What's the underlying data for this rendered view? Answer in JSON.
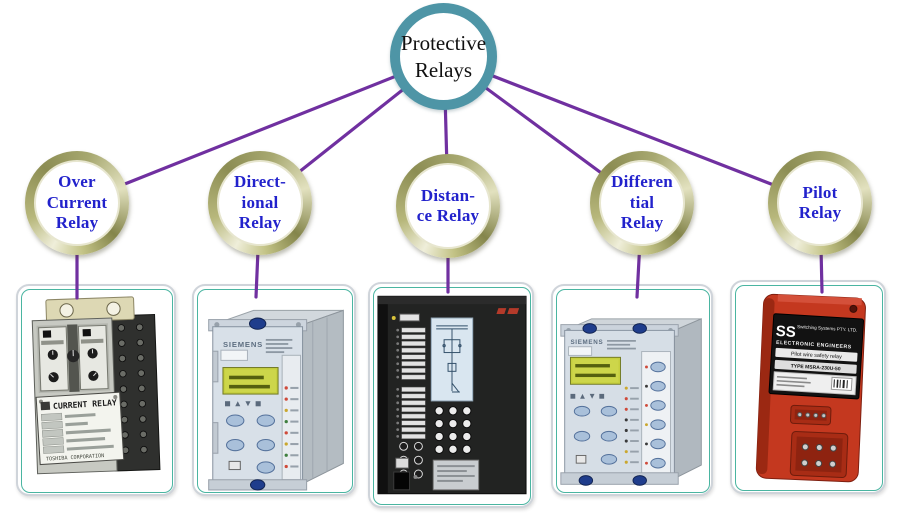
{
  "title": "Protective relays classification diagram",
  "colors": {
    "connector_purple": "#7030a0",
    "root_ring_teal": "#4e95a6",
    "node_ring_olive": "#a2a35f",
    "node_text_blue": "#2222cc",
    "card_frame_teal": "#4ab5a1"
  },
  "root_node": {
    "label": "Protective\nRelays"
  },
  "nodes": [
    {
      "id": "over-current-relay",
      "label": "Over\nCurrent\nRelay"
    },
    {
      "id": "directional-relay",
      "label": "Direct-\nional\nRelay"
    },
    {
      "id": "distance-relay",
      "label": "Distan-\nce Relay"
    },
    {
      "id": "differential-relay",
      "label": "Differen\ntial\nRelay"
    },
    {
      "id": "pilot-relay",
      "label": "Pilot\nRelay"
    }
  ],
  "images": [
    {
      "name": "over-current-relay-photo",
      "title": "CURRENT RELAY",
      "footer": "TOSHIBA CORPORATION"
    },
    {
      "name": "directional-relay-photo",
      "brand": "SIEMENS"
    },
    {
      "name": "distance-relay-photo"
    },
    {
      "name": "differential-relay-photo",
      "brand": "SIEMENS"
    },
    {
      "name": "pilot-relay-photo",
      "brand_short": "SS",
      "brand_line1": "Switching Systems PTY. LTD.",
      "brand_line2": "ELECTRONIC ENGINEERS",
      "label_band1": "Pilot wire safety relay",
      "label_band2": "TYPE MSRA-230U-50"
    }
  ]
}
